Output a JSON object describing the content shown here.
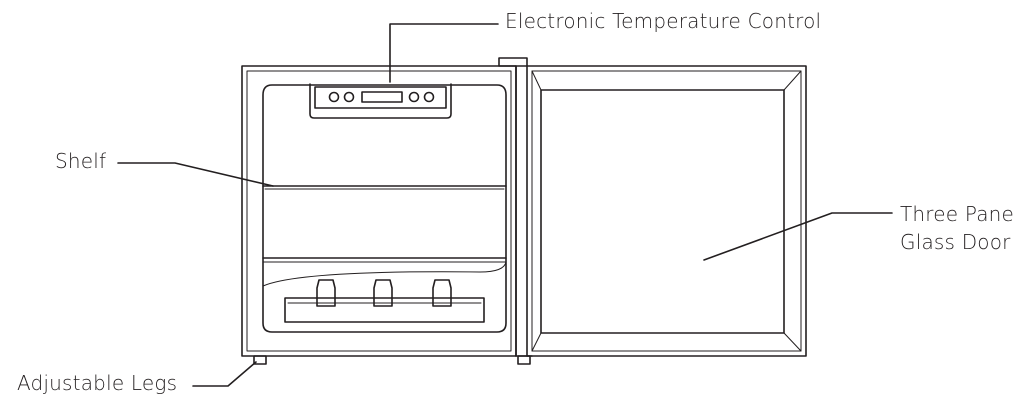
{
  "labels": {
    "temperature_control": "Electronic Temperature Control",
    "shelf": "Shelf",
    "glass_door_line1": "Three Pane",
    "glass_door_line2": "Glass Door",
    "legs": "Adjustable Legs"
  },
  "colors": {
    "line": "#231f20",
    "background": "#ffffff"
  }
}
